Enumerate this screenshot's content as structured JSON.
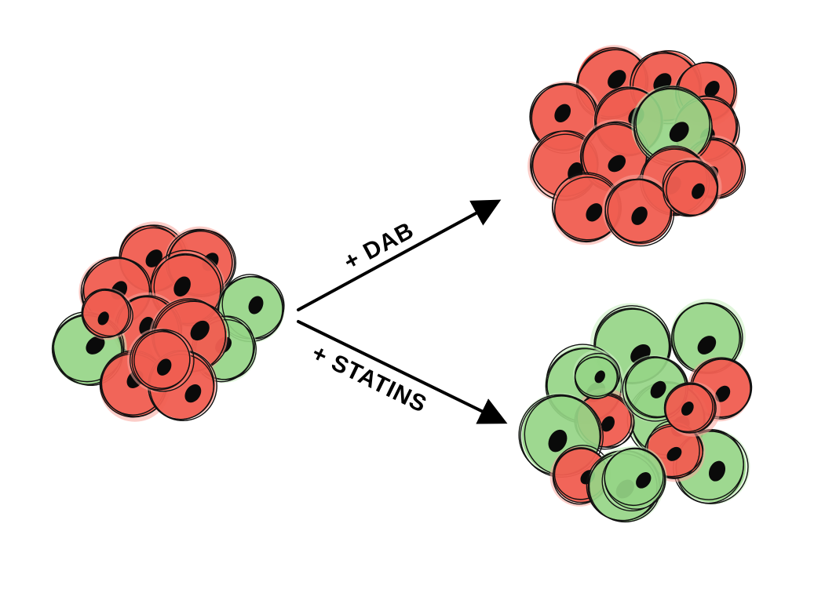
{
  "labels": {
    "dab": "+ DAB",
    "statins": "+ STATINS"
  },
  "colors": {
    "red_fill": "#ef5a4d",
    "red_halo": "#f7a49a",
    "green_fill": "#8fd27f",
    "green_halo": "#c6ecbd",
    "nucleus": "#0a0a0a",
    "outline": "#111111",
    "arrow": "#000000",
    "background": "#ffffff"
  },
  "icons": {
    "cell": "cell-icon",
    "nucleus": "nucleus-icon",
    "arrow": "arrow-icon"
  },
  "clusters": [
    {
      "name": "initial-cluster",
      "cell_types": [
        "red",
        "red",
        "red",
        "red",
        "green",
        "red",
        "green",
        "green",
        "red",
        "red",
        "red",
        "red",
        "red"
      ]
    },
    {
      "name": "dab-cluster",
      "cell_types": [
        "red",
        "red",
        "red",
        "red",
        "red",
        "red",
        "red",
        "red",
        "red",
        "green",
        "red",
        "red",
        "red",
        "red"
      ]
    },
    {
      "name": "statins-cluster",
      "cell_types": [
        "green",
        "green",
        "green",
        "red",
        "green",
        "red",
        "green",
        "green",
        "red",
        "red",
        "green",
        "green",
        "green",
        "red",
        "green"
      ]
    }
  ]
}
